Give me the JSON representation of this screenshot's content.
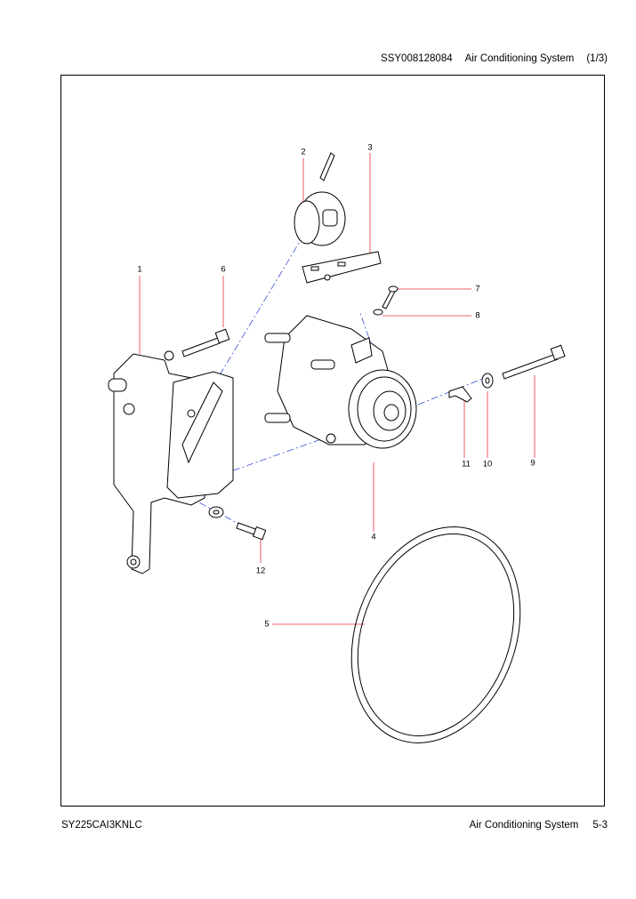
{
  "header": {
    "doc_code": "SSY008128084",
    "title": "Air Conditioning System",
    "page_of": "(1/3)"
  },
  "callouts": {
    "c1": "1",
    "c2": "2",
    "c3": "3",
    "c4": "4",
    "c5": "5",
    "c6": "6",
    "c7": "7",
    "c8": "8",
    "c9": "9",
    "c10": "10",
    "c11": "11",
    "c12": "12"
  },
  "colors": {
    "leader": "#e8323c",
    "centerline": "#3a4fd6",
    "line": "#000000"
  },
  "footer": {
    "model": "SY225CAI3KNLC",
    "section": "Air Conditioning System",
    "page": "5-3"
  }
}
